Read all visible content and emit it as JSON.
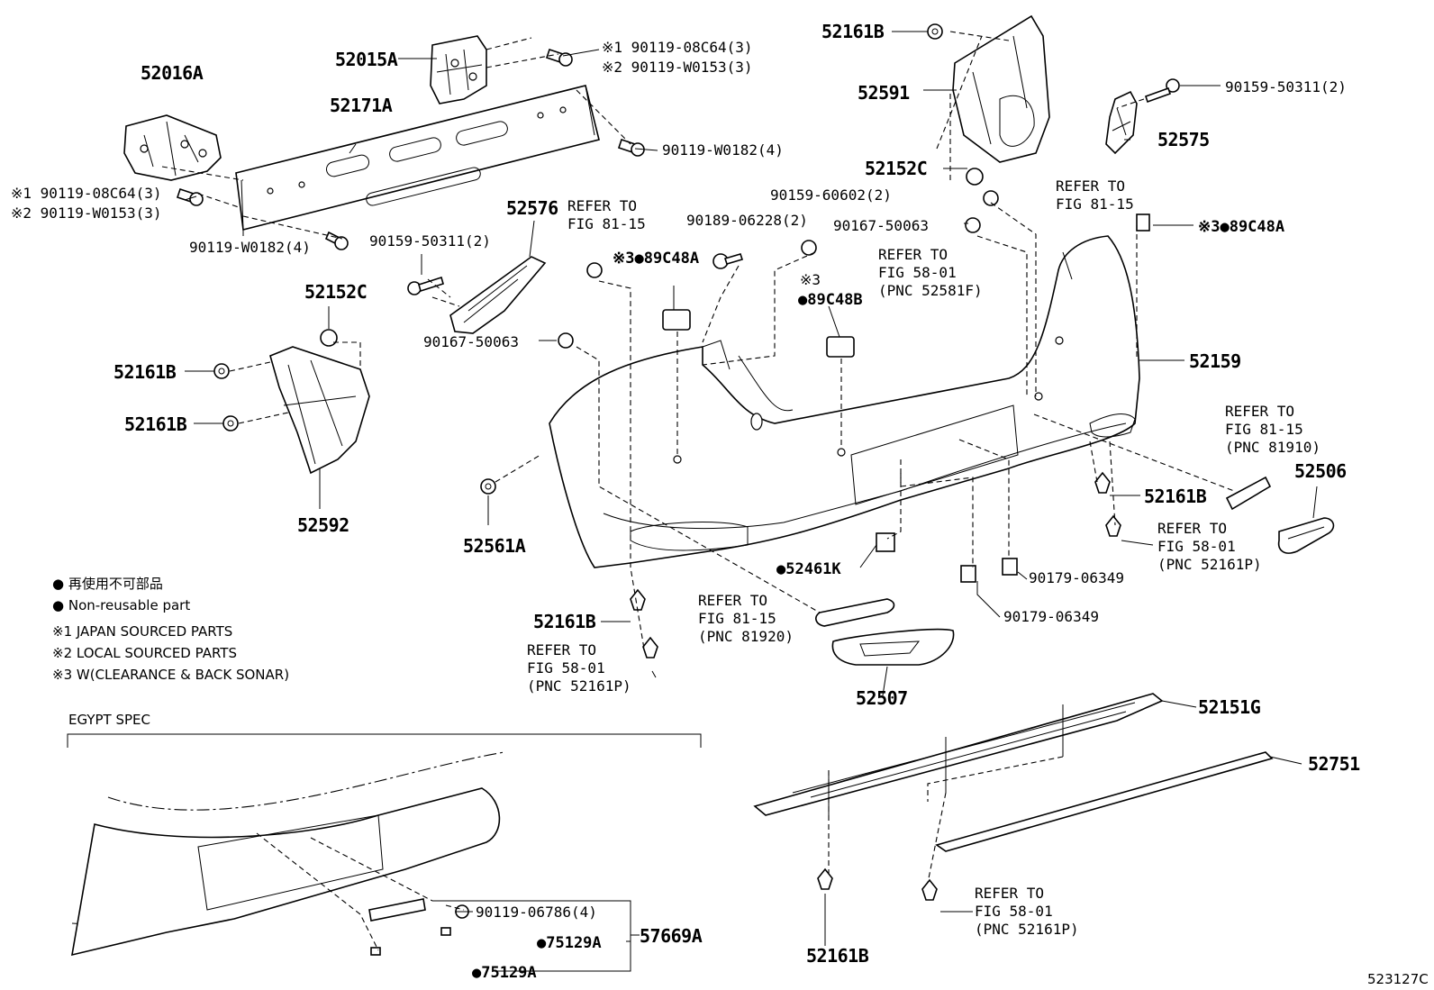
{
  "parts": [
    {
      "id": "p52016A",
      "label": "52016A"
    },
    {
      "id": "p52015A",
      "label": "52015A"
    },
    {
      "id": "p52171A",
      "label": "52171A"
    },
    {
      "id": "p90119_08C64_top1",
      "label": "※1 90119-08C64(3)"
    },
    {
      "id": "p90119_W0153_top2",
      "label": "※2 90119-W0153(3)"
    },
    {
      "id": "p90119_W0182_r",
      "label": "90119-W0182(4)"
    },
    {
      "id": "p90119_08C64_l1",
      "label": "※1 90119-08C64(3)"
    },
    {
      "id": "p90119_W0153_l2",
      "label": "※2 90119-W0153(3)"
    },
    {
      "id": "p90119_W0182_l",
      "label": "90119-W0182(4)"
    },
    {
      "id": "p52161B_top",
      "label": "52161B"
    },
    {
      "id": "p52591",
      "label": "52591"
    },
    {
      "id": "p90159_50311_r",
      "label": "90159-50311(2)"
    },
    {
      "id": "p52575",
      "label": "52575"
    },
    {
      "id": "p52152C_r",
      "label": "52152C"
    },
    {
      "id": "p90159_60602",
      "label": "90159-60602(2)"
    },
    {
      "id": "p90189_06228",
      "label": "90189-06228(2)"
    },
    {
      "id": "p90167_50063_r",
      "label": "90167-50063"
    },
    {
      "id": "p52576",
      "label": "52576"
    },
    {
      "id": "p90159_50311_l",
      "label": "90159-50311(2)"
    },
    {
      "id": "p89C48A_mid",
      "label": "※3●89C48A"
    },
    {
      "id": "p89C48A_r",
      "label": "※3●89C48A"
    },
    {
      "id": "p89C48B_a",
      "label": "※3"
    },
    {
      "id": "p89C48B_b",
      "label": "●89C48B"
    },
    {
      "id": "p52152C_l",
      "label": "52152C"
    },
    {
      "id": "p52161B_l1",
      "label": "52161B"
    },
    {
      "id": "p52161B_l2",
      "label": "52161B"
    },
    {
      "id": "p52592",
      "label": "52592"
    },
    {
      "id": "p90167_50063_l",
      "label": "90167-50063"
    },
    {
      "id": "p52159",
      "label": "52159"
    },
    {
      "id": "p52561A",
      "label": "52561A"
    },
    {
      "id": "p52161B_r",
      "label": "52161B"
    },
    {
      "id": "p52506",
      "label": "52506"
    },
    {
      "id": "p52461K",
      "label": "●52461K"
    },
    {
      "id": "p90179_06349_a",
      "label": "90179-06349"
    },
    {
      "id": "p90179_06349_b",
      "label": "90179-06349"
    },
    {
      "id": "p52161B_bl",
      "label": "52161B"
    },
    {
      "id": "p52507",
      "label": "52507"
    },
    {
      "id": "p52151G",
      "label": "52151G"
    },
    {
      "id": "p52751",
      "label": "52751"
    },
    {
      "id": "p52161B_bot",
      "label": "52161B"
    },
    {
      "id": "p90119_06786",
      "label": "90119-06786(4)"
    },
    {
      "id": "p57669A",
      "label": "57669A"
    },
    {
      "id": "p75129A_a",
      "label": "●75129A"
    },
    {
      "id": "p75129A_b",
      "label": "●75129A"
    }
  ],
  "refs": [
    {
      "id": "r1",
      "lines": [
        "REFER TO",
        "FIG 81-15"
      ]
    },
    {
      "id": "r2",
      "lines": [
        "REFER TO",
        "FIG 81-15"
      ]
    },
    {
      "id": "r3",
      "lines": [
        "REFER TO",
        "FIG 58-01",
        "(PNC 52581F)"
      ]
    },
    {
      "id": "r4",
      "lines": [
        "REFER TO",
        "FIG 81-15",
        "(PNC 81910)"
      ]
    },
    {
      "id": "r5",
      "lines": [
        "REFER TO",
        "FIG 58-01",
        "(PNC 52161P)"
      ]
    },
    {
      "id": "r6",
      "lines": [
        "REFER TO",
        "FIG 81-15",
        "(PNC 81920)"
      ]
    },
    {
      "id": "r7",
      "lines": [
        "REFER TO",
        "FIG 58-01",
        "(PNC 52161P)"
      ]
    },
    {
      "id": "r8",
      "lines": [
        "REFER TO",
        "FIG 58-01",
        "(PNC 52161P)"
      ]
    }
  ],
  "legend": {
    "line1": "● 再使用不可部品",
    "line2": "● Non-reusable part",
    "line3": "※1 JAPAN SOURCED PARTS",
    "line4": "※2 LOCAL SOURCED PARTS",
    "line5": "※3 W(CLEARANCE & BACK SONAR)"
  },
  "egypt_spec": "EGYPT SPEC",
  "diagram_id": "523127C"
}
